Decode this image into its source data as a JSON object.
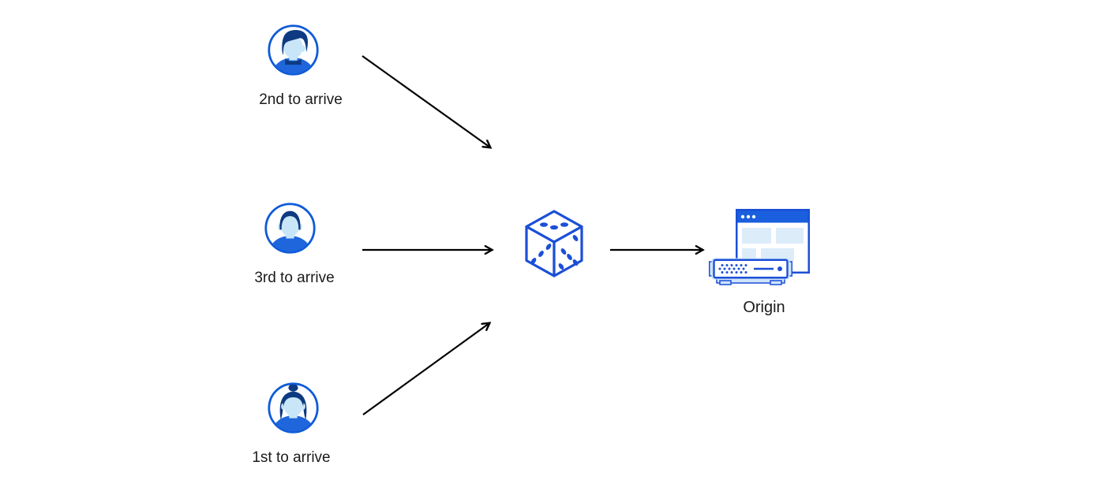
{
  "diagram": {
    "type": "flow-diagram",
    "background": "#ffffff",
    "users": [
      {
        "label": "2nd to arrive",
        "icon": "male-user-avatar-icon"
      },
      {
        "label": "3rd to arrive",
        "icon": "male-user-short-hair-avatar-icon"
      },
      {
        "label": "1st to arrive",
        "icon": "female-user-avatar-icon"
      }
    ],
    "randomizer": {
      "icon": "dice-icon"
    },
    "origin": {
      "label": "Origin",
      "icon": "origin-server-browser-icon"
    },
    "edges": [
      {
        "from": "user-2nd-to-arrive",
        "to": "dice-randomizer"
      },
      {
        "from": "user-3rd-to-arrive",
        "to": "dice-randomizer"
      },
      {
        "from": "user-1st-to-arrive",
        "to": "dice-randomizer"
      },
      {
        "from": "dice-randomizer",
        "to": "origin-server"
      }
    ],
    "colors": {
      "icon_stroke_blue": "#1b4fd7",
      "avatar_ring_blue": "#0f5bd8",
      "dark_hair_blue": "#0d3a80",
      "face_light_blue": "#c9e6f8",
      "shirt_blue": "#1f66dd",
      "titlebar_blue": "#1a5fdd",
      "panel_light_blue": "#ddecf9",
      "halo_light_blue": "#cfe4fa",
      "arrow_black": "#000000",
      "label_text": "#1a1a1a"
    }
  }
}
